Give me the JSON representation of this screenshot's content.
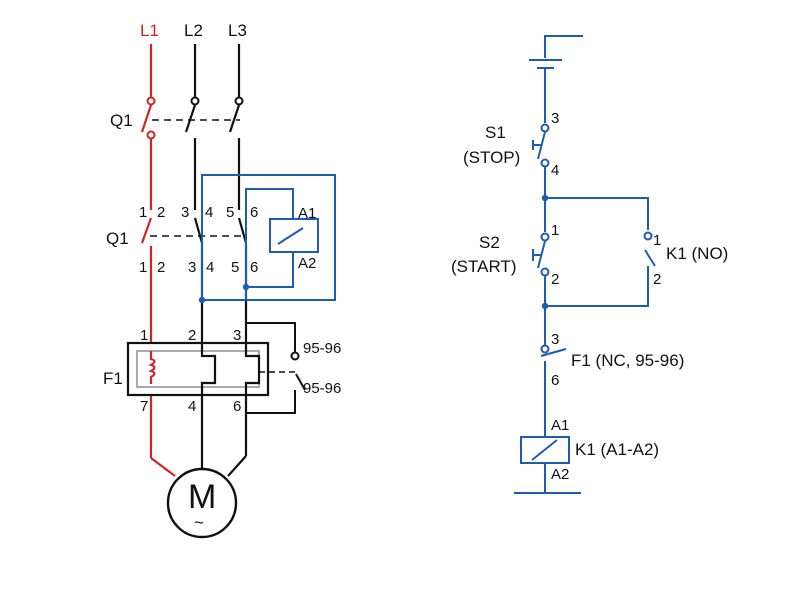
{
  "colors": {
    "power_phase_l1": "#d42323",
    "power_phase": "#111111",
    "control": "#1c5bb8",
    "relay_inner": "#aaaaaa"
  },
  "power_circuit": {
    "phases": [
      "L1",
      "L2",
      "L3"
    ],
    "main_switch_label": "Q1",
    "contactor_label": "Q1",
    "contactor_top_terminals": [
      "1",
      "2",
      "3",
      "4",
      "5",
      "6"
    ],
    "contactor_bottom_terminals": [
      "1",
      "2",
      "3",
      "4",
      "5",
      "6"
    ],
    "coil_terminals": [
      "A1",
      "A2"
    ],
    "overload_label": "F1",
    "overload_top_terminals": [
      "1",
      "2",
      "3"
    ],
    "overload_bottom_terminals": [
      "7",
      "4",
      "6"
    ],
    "overload_contact_labels": [
      "95-96",
      "95-96"
    ],
    "motor_label": "M",
    "motor_symbol": "~"
  },
  "control_circuit": {
    "stop_button": {
      "name": "S1",
      "function": "(STOP)",
      "terminals": [
        "3",
        "4"
      ]
    },
    "start_button": {
      "name": "S2",
      "function": "(START)",
      "terminals": [
        "1",
        "2"
      ]
    },
    "holding_contact": {
      "label": "K1 (NO)",
      "terminals": [
        "1",
        "2"
      ]
    },
    "overload_contact": {
      "label": "F1 (NC, 95-96)",
      "terminals": [
        "3",
        "6"
      ]
    },
    "coil": {
      "label": "K1 (A1-A2)",
      "terminals": [
        "A1",
        "A2"
      ]
    }
  }
}
